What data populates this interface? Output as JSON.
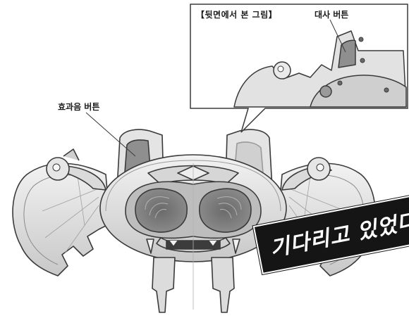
{
  "inset": {
    "caption": "【뒷면에서 본 그림】"
  },
  "labels": {
    "dialogue_button": "대사 버튼",
    "effect_button": "효과음 버튼"
  },
  "banner": {
    "text": "기다리고 있었다"
  },
  "colors": {
    "body_light": "#e8e8e8",
    "body_mid": "#c9c9c9",
    "body_dark": "#9a9a9a",
    "outline": "#3a3a3a",
    "button_gray": "#8f8f8f",
    "banner_bg": "#151515"
  }
}
